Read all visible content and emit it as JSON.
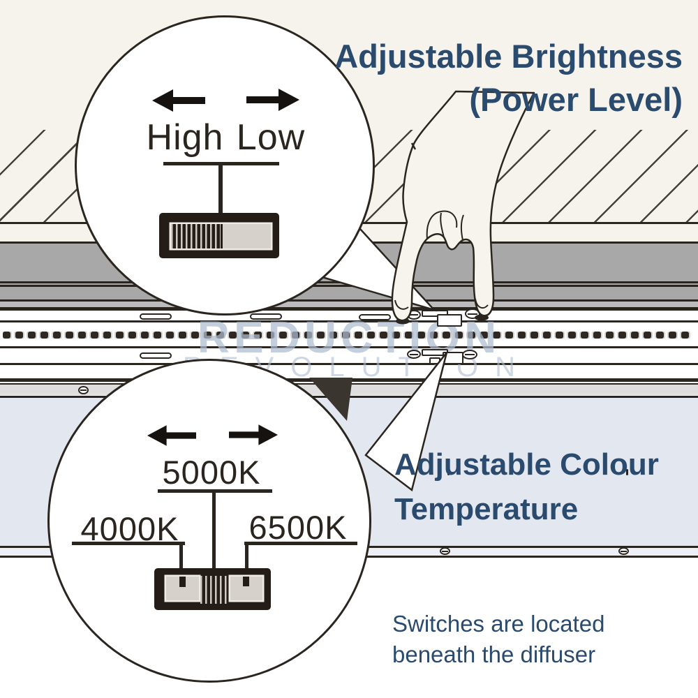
{
  "brightness_callout": {
    "title_line1": "Adjustable Brightness",
    "title_line2": "(Power Level)",
    "left_arrow_icon": "arrow-left",
    "right_arrow_icon": "arrow-right",
    "left_option": "High",
    "right_option": "Low",
    "switch_type": "2-position slide switch",
    "switch_position": "High"
  },
  "colour_callout": {
    "title_line1": "Adjustable Colour",
    "title_line2": "Temperature",
    "left_arrow_icon": "arrow-left",
    "right_arrow_icon": "arrow-right",
    "top_option": "5000K",
    "left_option": "4000K",
    "right_option": "6500K",
    "switch_type": "3-position slide switch",
    "switch_position": "5000K"
  },
  "note": {
    "line1": "Switches are located",
    "line2": "beneath the diffuser"
  },
  "watermark": {
    "line1": "REDUCTION",
    "line2": "REVOLUTION"
  },
  "colors": {
    "heading_navy": "#2a4a6e",
    "ink": "#2b251f",
    "switch_dark": "#241c16",
    "housing_gray": "#a8a8a8",
    "diffuser_blue": "#e3e7ef",
    "watermark_blue": "#aebdd0",
    "background_cream": "#f6f3ec"
  },
  "led_strip": {
    "dash_count": 55
  }
}
